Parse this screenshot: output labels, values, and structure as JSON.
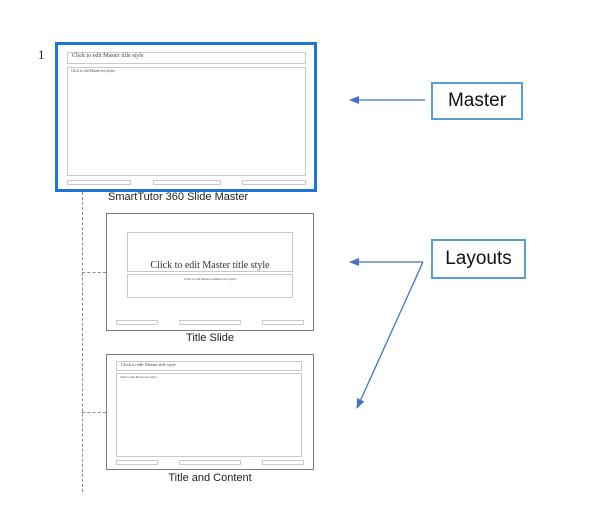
{
  "slide_number": "1",
  "master": {
    "caption": "SmartTutor 360 Slide Master",
    "title_placeholder": "Click to edit Master title style",
    "body_placeholder": "Click to edit Master text styles"
  },
  "layouts": [
    {
      "caption": "Title Slide",
      "title_placeholder": "Click to edit Master title style",
      "subtitle_placeholder": "Click to edit Master subtitle text styles"
    },
    {
      "caption": "Title and Content",
      "title_placeholder": "Click to edit Master title style",
      "body_placeholder": "Click to edit Master text styles"
    }
  ],
  "callouts": {
    "master_label": "Master",
    "layouts_label": "Layouts"
  },
  "colors": {
    "selection_border": "#1f75d6",
    "callout_border": "#5b9bd5",
    "arrow": "#4472c4"
  }
}
